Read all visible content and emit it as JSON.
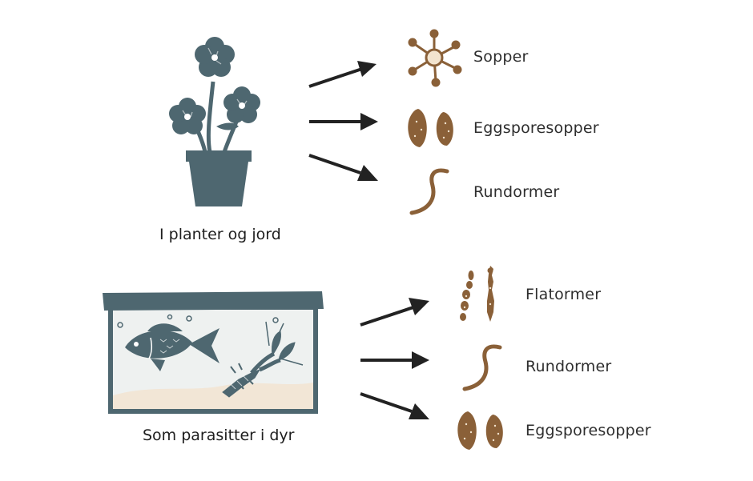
{
  "sections": [
    {
      "caption": "I planter og jord",
      "icon": "potted-plant-icon",
      "items": [
        {
          "label": "Sopper",
          "icon": "fungus-icon"
        },
        {
          "label": "Eggsporesopper",
          "icon": "oomycete-spores-icon"
        },
        {
          "label": "Rundormer",
          "icon": "roundworm-icon"
        }
      ]
    },
    {
      "caption": "Som parasitter i dyr",
      "icon": "aquarium-icon",
      "items": [
        {
          "label": "Flatormer",
          "icon": "flatworm-icon"
        },
        {
          "label": "Rundormer",
          "icon": "roundworm-icon"
        },
        {
          "label": "Eggsporesopper",
          "icon": "oomycete-spores-icon"
        }
      ]
    }
  ],
  "colors": {
    "slate": "#4e6770",
    "brown": "#8a6038",
    "arrow": "#222222",
    "sand": "#f2e6d6",
    "water": "#eef1f0"
  }
}
